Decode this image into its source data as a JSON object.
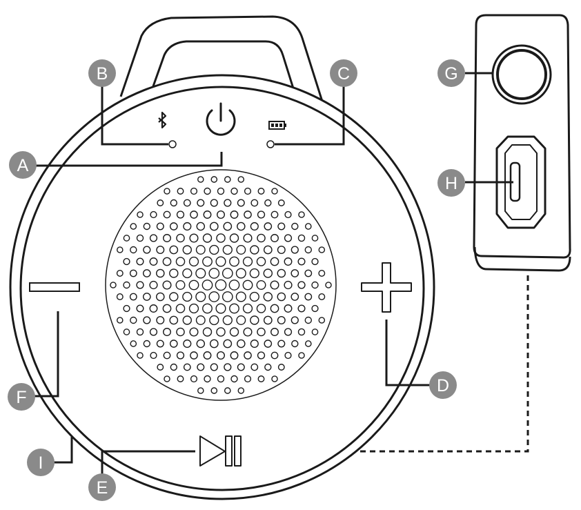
{
  "callouts": {
    "A": "A",
    "B": "B",
    "C": "C",
    "D": "D",
    "E": "E",
    "F": "F",
    "G": "G",
    "H": "H",
    "I": "I"
  },
  "colors": {
    "badge": "#8a8a8a",
    "outline": "#1a1a1a",
    "background": "#ffffff"
  },
  "icons": {
    "power": "power-icon",
    "bluetooth": "bluetooth-icon",
    "battery": "battery-icon",
    "minus": "minus-icon",
    "plus": "plus-icon",
    "play_pause": "play-pause-icon",
    "aux_jack": "aux-jack-icon",
    "micro_usb": "micro-usb-port-icon"
  }
}
